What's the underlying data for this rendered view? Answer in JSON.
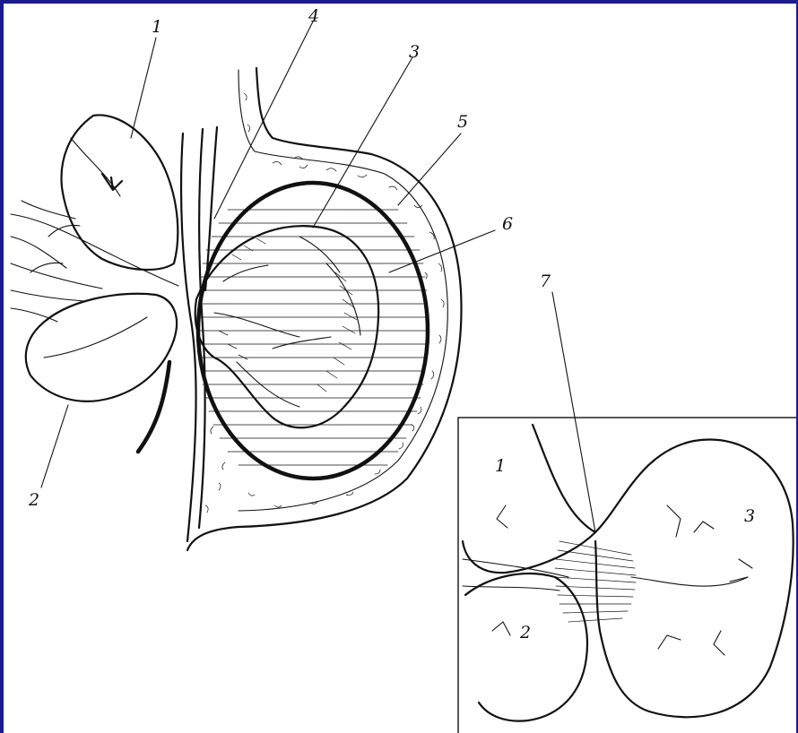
{
  "figure": {
    "frame_color": "#1a1c8f",
    "labels": {
      "l1": "1",
      "l2": "2",
      "l3": "3",
      "l4": "4",
      "l5": "5",
      "l6": "6",
      "l7": "7"
    },
    "inset": {
      "labels": {
        "i1": "1",
        "i2": "2",
        "i3": "3"
      }
    }
  }
}
